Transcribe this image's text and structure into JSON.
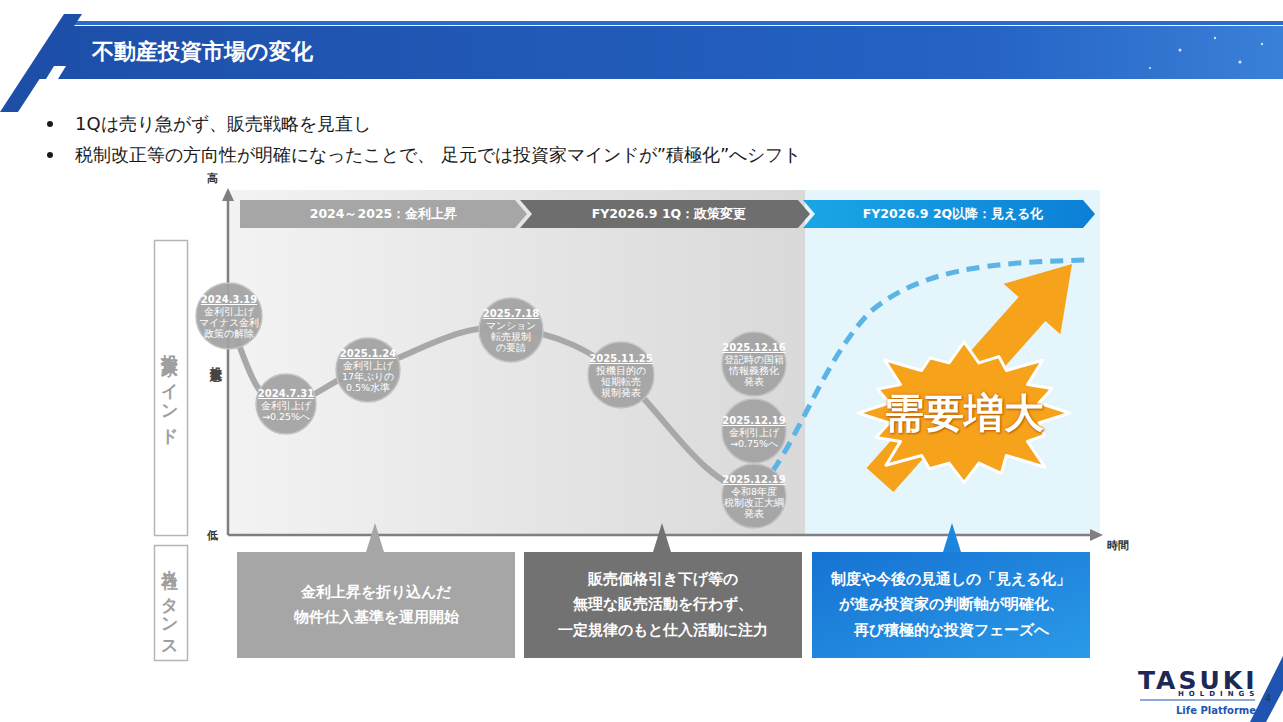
{
  "diagram": {
    "title": "不動産投資市場の変化",
    "nodes": [
      {
        "text": [
          "2024～2025：金利上昇"
        ]
      },
      {
        "text": [
          "FY2026.9 1Q：政策変更"
        ]
      },
      {
        "text": [
          "FY2026.9 2Q以降：見える化"
        ]
      },
      {
        "text": [
          "投資家マインド"
        ]
      },
      {
        "text": [
          "2024.3.19",
          "金利引上げ マイナス金利 政策の解除"
        ]
      },
      {
        "text": [
          "2024.7.31",
          "金利引上げ →0.25%へ"
        ]
      },
      {
        "text": [
          "2025.1.24",
          "金利引上げ 17年ぶりの 0.5%水準"
        ]
      },
      {
        "text": [
          "2025.7.18",
          "マンション 転売規制 の要請"
        ]
      },
      {
        "text": [
          "2025.11.25",
          "投機目的の 短期転売 規制発表"
        ]
      },
      {
        "text": [
          "2025.12.16",
          "登記時の国籍 情報義務化 発表"
        ]
      },
      {
        "text": [
          "2025.12.19",
          "金利引上げ →0.75%へ"
        ]
      },
      {
        "text": [
          "2025.12.19",
          "令和8年度 税制改正大綱 発表"
        ]
      },
      {
        "text": [
          "需要増大"
        ]
      },
      {
        "text": [
          "当社スタンス"
        ]
      },
      {
        "text": [
          "金利上昇を折り込んだ 物件仕入基準を運用開始"
        ]
      },
      {
        "text": [
          "販売価格引き下げ等の 無理な販売活動を行わず、 一定規律のもと仕入活動に注力"
        ]
      },
      {
        "text": [
          "制度や今後の見通しの「見える化」 が進み投資家の判断軸が明確化、 再び積極的な投資フェーズへ"
        ]
      }
    ],
    "labels": [
      "1Qは売り急がず、販売戦略を見直し",
      "税制改正等の方向性が明確になったことで、 足元では投資家マインドが”積極化”へシフト",
      "高",
      "投資意欲",
      "低",
      "時間",
      "TASUKI",
      "HOLDINGS",
      "Life Platformer",
      "4"
    ]
  }
}
